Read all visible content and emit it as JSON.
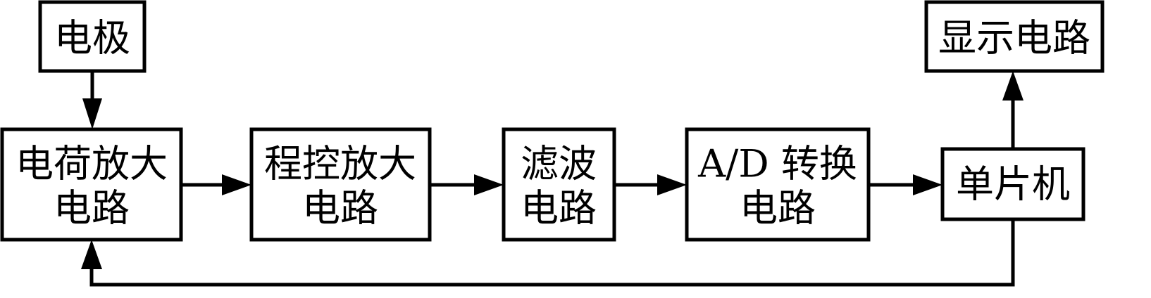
{
  "diagram": {
    "blocks": {
      "electrode": "电极",
      "charge_amp_1": "电荷放大",
      "charge_amp_2": "电路",
      "pga_1": "程控放大",
      "pga_2": "电路",
      "filter_1": "滤波",
      "filter_2": "电路",
      "adc_1": "A/D 转换",
      "adc_2": "电路",
      "mcu": "单片机",
      "display": "显示电路"
    }
  }
}
